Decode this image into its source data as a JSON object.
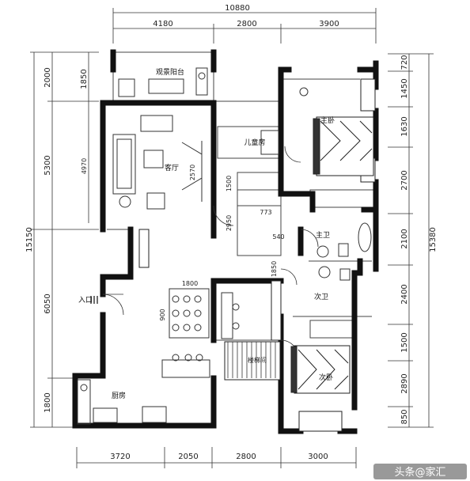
{
  "dimensions": {
    "top_total": "10880",
    "top": [
      "4180",
      "2800",
      "3900"
    ],
    "bottom": [
      "3720",
      "2050",
      "2800",
      "3000"
    ],
    "left_outer": "15150",
    "left": [
      "2000",
      "5300",
      "6050",
      "1800"
    ],
    "left_inner": [
      "1850",
      "4970"
    ],
    "right_outer": "15380",
    "right": [
      "720",
      "1450",
      "1630",
      "2700",
      "2100",
      "2400",
      "1500",
      "2890",
      "850"
    ],
    "interior": [
      "2570",
      "1500",
      "773",
      "2950",
      "540",
      "1850",
      "1800",
      "900"
    ]
  },
  "rooms": {
    "balcony": "观景阳台",
    "living": "客厅",
    "kids": "儿童房",
    "master": "主卧",
    "master_bath": "主卫",
    "second_bath": "次卫",
    "second_bed": "次卧",
    "kitchen": "厨房",
    "entrance": "入口",
    "stair": "楼梯间"
  },
  "watermark": "头条@家汇"
}
